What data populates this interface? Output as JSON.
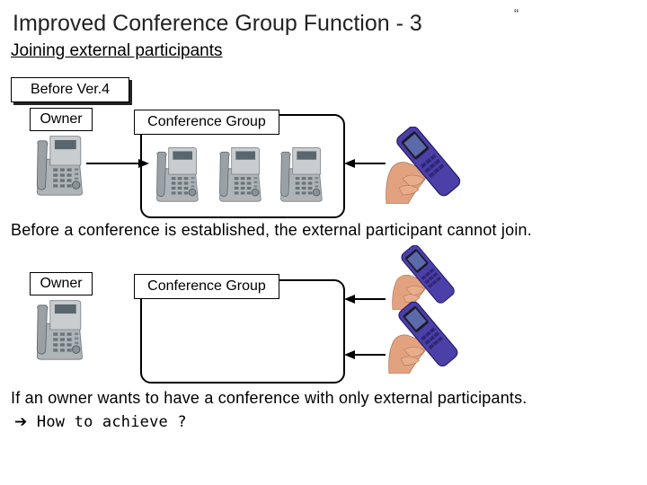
{
  "slide": {
    "title": "Improved Conference Group Function - 3",
    "quote_mark": "“",
    "subtitle": "Joining external participants"
  },
  "section1": {
    "badge": "Before Ver.4",
    "owner_label": "Owner",
    "group_label": "Conference Group",
    "caption": "Before a conference is established, the external participant cannot join."
  },
  "section2": {
    "owner_label": "Owner",
    "group_label": "Conference Group",
    "caption": "If an owner wants to have a conference with only external participants.",
    "question_arrow": "➔",
    "question": "How to achieve ?"
  },
  "colors": {
    "phone_body": "#b9bec2",
    "phone_dark": "#6d7479",
    "mobile_body": "#4b3fa8",
    "hand_skin": "#e2a27f"
  },
  "icons": [
    "desk-phone-icon",
    "mobile-phone-icon",
    "arrow-right-icon"
  ]
}
